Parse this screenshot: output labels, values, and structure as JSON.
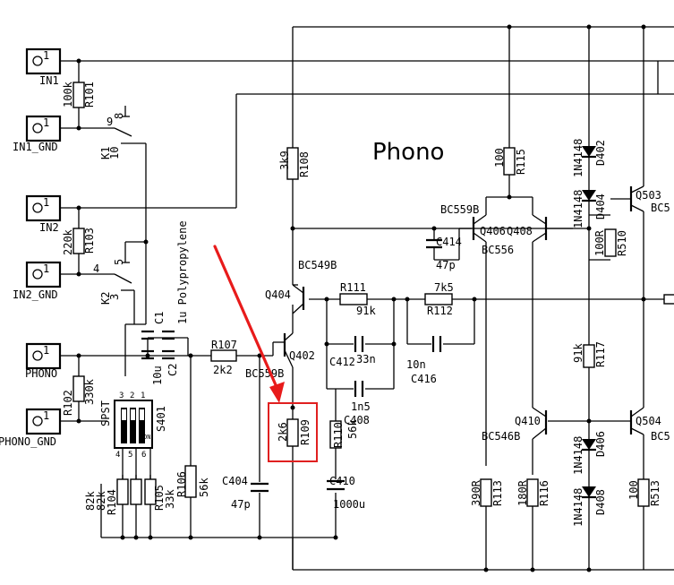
{
  "title": "Phono",
  "connectors": [
    {
      "id": "in1",
      "name": "IN1",
      "pin": "1"
    },
    {
      "id": "in1-gnd",
      "name": "IN1_GND",
      "pin": "1"
    },
    {
      "id": "in2",
      "name": "IN2",
      "pin": "1"
    },
    {
      "id": "in2-gnd",
      "name": "IN2_GND",
      "pin": "1"
    },
    {
      "id": "phono",
      "name": "PHONO",
      "pin": "1"
    },
    {
      "id": "phono-gnd",
      "name": "PHONO_GND",
      "pin": "1"
    }
  ],
  "relays": [
    {
      "id": "k1",
      "name": "K1",
      "pins": [
        "9",
        "10",
        "8"
      ]
    },
    {
      "id": "k2",
      "name": "K2",
      "pins": [
        "4",
        "3",
        "5"
      ]
    }
  ],
  "resistors": [
    {
      "id": "r101",
      "name": "R101",
      "value": "100k"
    },
    {
      "id": "r103",
      "name": "R103",
      "value": "220k"
    },
    {
      "id": "r102",
      "name": "R102",
      "value": "330k"
    },
    {
      "id": "r107",
      "name": "R107",
      "value": "2k2"
    },
    {
      "id": "r108",
      "name": "R108",
      "value": "3k9"
    },
    {
      "id": "r109",
      "name": "R109",
      "value": "2k6"
    },
    {
      "id": "r110",
      "name": "R110",
      "value": "56k"
    },
    {
      "id": "r111",
      "name": "R111",
      "value": "91k"
    },
    {
      "id": "r112",
      "name": "R112",
      "value": "7k5"
    },
    {
      "id": "r115",
      "name": "R115",
      "value": "100"
    },
    {
      "id": "r510",
      "name": "R510",
      "value": "100R"
    },
    {
      "id": "r117",
      "name": "R117",
      "value": "91k"
    },
    {
      "id": "r113",
      "name": "R113",
      "value": "390R"
    },
    {
      "id": "r116",
      "name": "R116",
      "value": "180R"
    },
    {
      "id": "r513",
      "name": "R513",
      "value": "100"
    },
    {
      "id": "r104",
      "name": "R104",
      "value": "82k"
    },
    {
      "id": "r105",
      "name": "R105",
      "value": "33k"
    },
    {
      "id": "r106",
      "name": "R106",
      "value": "56k"
    },
    {
      "id": "r-extra",
      "name": "",
      "value": "82k"
    }
  ],
  "capacitors": [
    {
      "id": "c1",
      "name": "C1",
      "value": "1u Polypropylene"
    },
    {
      "id": "c2",
      "name": "C2",
      "value": "10u"
    },
    {
      "id": "c404",
      "name": "C404",
      "value": "47p"
    },
    {
      "id": "c410",
      "name": "C410",
      "value": "1000u"
    },
    {
      "id": "c412",
      "name": "C412",
      "value": "33n"
    },
    {
      "id": "c408",
      "name": "C408",
      "value": "1n5"
    },
    {
      "id": "c416",
      "name": "C416",
      "value": "10n"
    },
    {
      "id": "c414",
      "name": "C414",
      "value": "47p"
    }
  ],
  "transistors": [
    {
      "id": "q404",
      "name": "Q404",
      "type": "BC549B"
    },
    {
      "id": "q402",
      "name": "Q402",
      "type": "BC559B"
    },
    {
      "id": "q406",
      "name": "Q406",
      "type": "BC559B"
    },
    {
      "id": "q408",
      "name": "Q408",
      "type": "BC556"
    },
    {
      "id": "q410",
      "name": "Q410",
      "type": "BC546B"
    },
    {
      "id": "q503",
      "name": "Q503",
      "type": "BC5"
    },
    {
      "id": "q504",
      "name": "Q504",
      "type": "BC5"
    }
  ],
  "diodes": [
    {
      "id": "d402",
      "name": "D402",
      "type": "1N4148"
    },
    {
      "id": "d404",
      "name": "D404",
      "type": "1N4148"
    },
    {
      "id": "d406",
      "name": "D406",
      "type": "1N4148"
    },
    {
      "id": "d408",
      "name": "D408",
      "type": "1N4148"
    }
  ],
  "switch": {
    "name": "S401",
    "type": "SPST",
    "on": "ON",
    "pins_top": [
      "3",
      "2",
      "1"
    ],
    "pins_bottom": [
      "4",
      "5",
      "6"
    ]
  },
  "highlight_color": "#e02020",
  "arrow_color": "#e81b1b"
}
